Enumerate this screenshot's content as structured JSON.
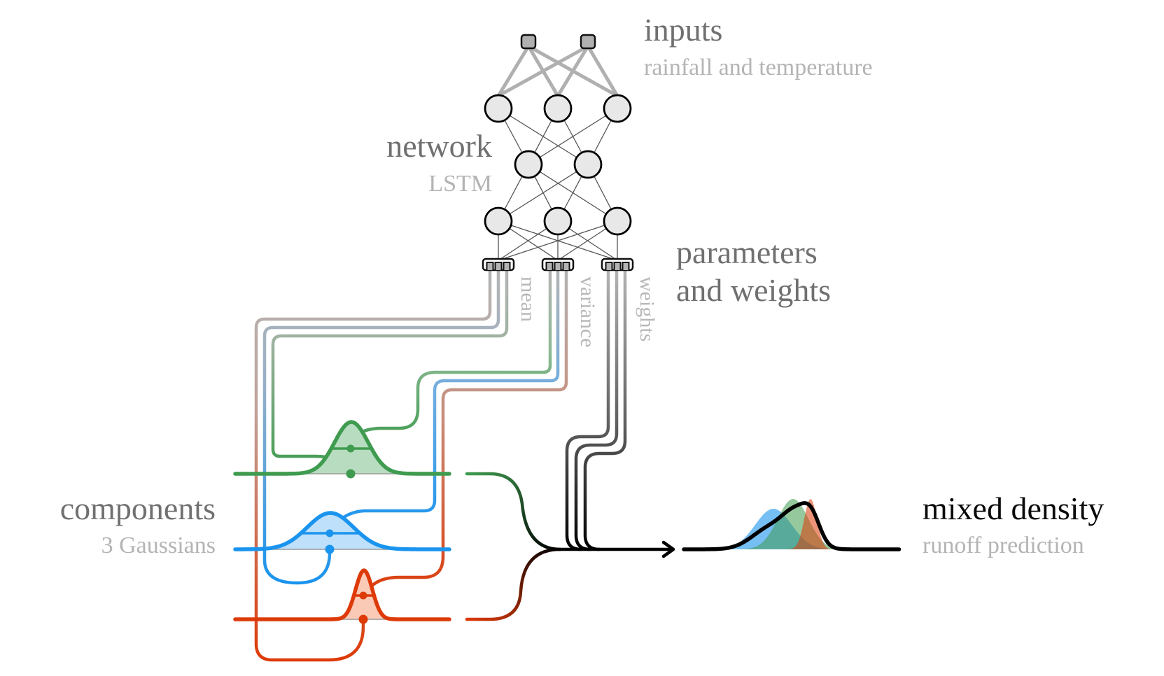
{
  "labels": {
    "inputs": {
      "title": "inputs",
      "subtitle": "rainfall and temperature"
    },
    "network": {
      "title": "network",
      "subtitle": "LSTM"
    },
    "parameters": {
      "title_line1": "parameters",
      "title_line2": "and weights"
    },
    "components": {
      "title": "components",
      "subtitle": "3 Gaussians"
    },
    "mixed": {
      "title": "mixed density",
      "subtitle": "runoff prediction"
    },
    "outputs": [
      "mean",
      "variance",
      "weights"
    ]
  },
  "network": {
    "layers": [
      2,
      3,
      2,
      3
    ],
    "output_groups": 3,
    "lines_per_group": 3
  },
  "components": [
    {
      "name": "green",
      "color": "#3f9b4f",
      "fill": "#b7dcbf"
    },
    {
      "name": "blue",
      "color": "#1a94ee",
      "fill": "#bfe0fb"
    },
    {
      "name": "red",
      "color": "#dd3a08",
      "fill": "#fbcab7"
    }
  ],
  "colors": {
    "node_fill": "#e8e8e8",
    "input_fill": "#b0b0b0",
    "edge": "#555555",
    "input_edge": "#b0b0b0",
    "param_line": "#b4b4b4",
    "mixed_line": "#000000"
  }
}
